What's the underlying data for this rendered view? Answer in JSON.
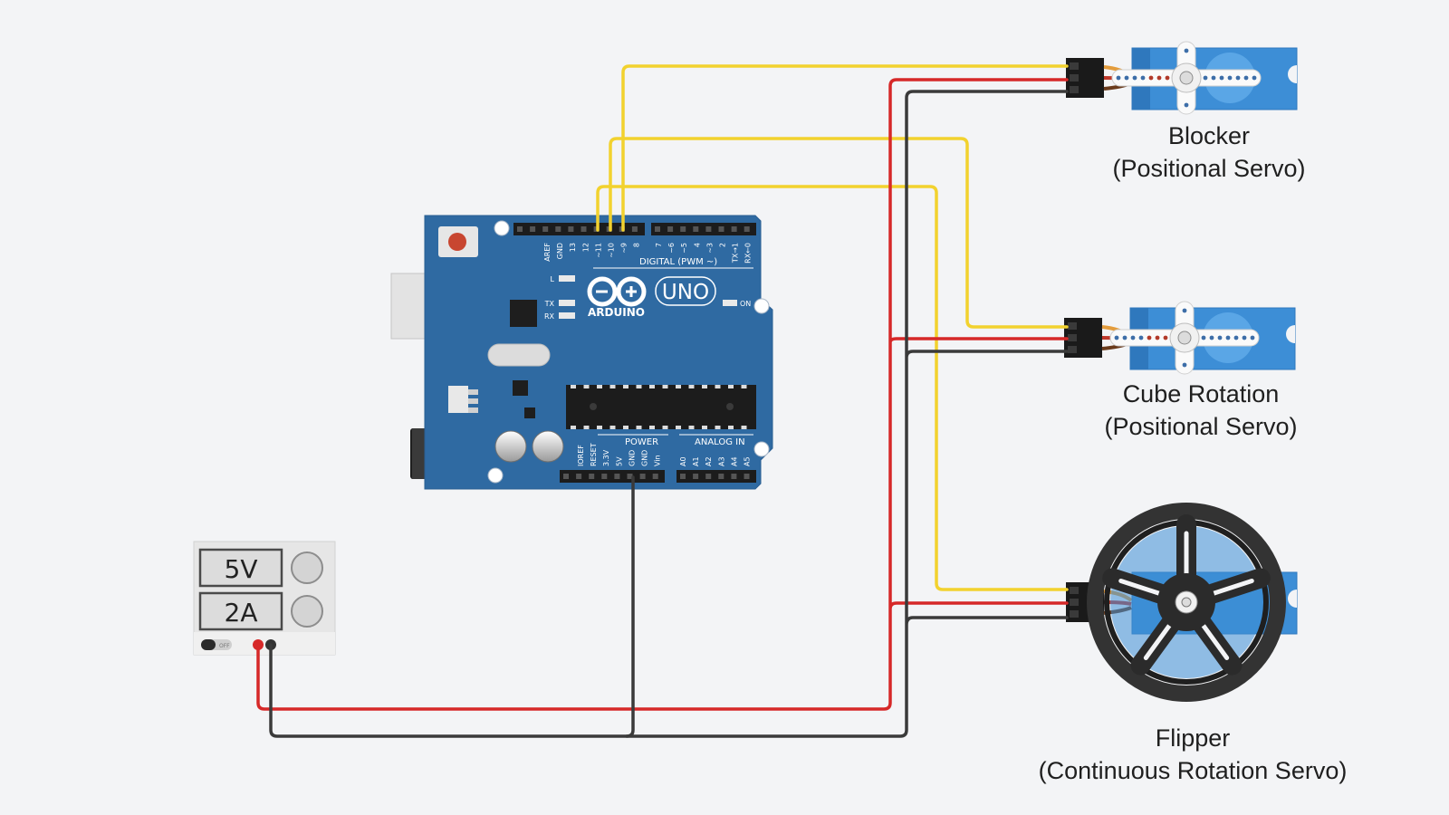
{
  "arduino": {
    "brand": "ARDUINO",
    "model": "UNO",
    "digital_header_label": "DIGITAL (PWM ~)",
    "power_header_label": "POWER",
    "analog_header_label": "ANALOG IN",
    "on_label": "ON",
    "led_labels": {
      "l": "L",
      "tx": "TX",
      "rx": "RX"
    },
    "digital_pins": [
      "AREF",
      "GND",
      "13",
      "12",
      "~11",
      "~10",
      "~9",
      "8",
      "7",
      "~6",
      "~5",
      "4",
      "~3",
      "2",
      "TX→1",
      "RX←0"
    ],
    "power_pins": [
      "IOREF",
      "RESET",
      "3.3V",
      "5V",
      "GND",
      "GND",
      "Vin"
    ],
    "analog_pins": [
      "A0",
      "A1",
      "A2",
      "A3",
      "A4",
      "A5"
    ]
  },
  "power_supply": {
    "voltage": "5V",
    "current": "2A",
    "switch_label": "OFF"
  },
  "servos": [
    {
      "name": "Blocker",
      "type": "(Positional Servo)"
    },
    {
      "name": "Cube Rotation",
      "type": "(Positional Servo)"
    },
    {
      "name": "Flipper",
      "type": "(Continuous Rotation Servo)"
    }
  ],
  "colors": {
    "background": "#f3f4f6",
    "signal_wire": "#f2d22e",
    "power_wire": "#d62828",
    "ground_wire": "#3a3a3a",
    "board": "#2f6aa2",
    "servo_body": "#3d8ed6"
  }
}
